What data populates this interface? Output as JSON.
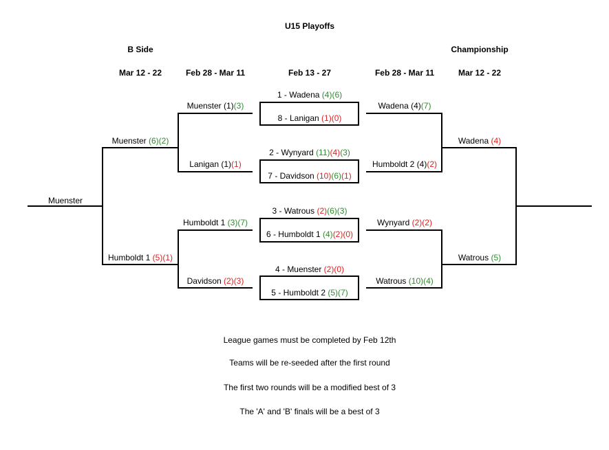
{
  "title": "U15 Playoffs",
  "left_side_label": "B Side",
  "right_side_label": "Championship",
  "round_dates": [
    "Mar 12 - 22",
    "Feb 28 - Mar 11",
    "Feb 13 - 27",
    "Feb 28 - Mar 11",
    "Mar 12 - 22"
  ],
  "colors": {
    "win": "#2e8b2e",
    "loss": "#e02020",
    "text": "#000000"
  },
  "round1": [
    {
      "top": {
        "team": "1 - Wadena",
        "scores": [
          {
            "v": "(4)",
            "c": "win"
          },
          {
            "v": "(6)",
            "c": "win"
          }
        ]
      },
      "bottom": {
        "team": "8 - Lanigan",
        "scores": [
          {
            "v": "(1)",
            "c": "loss"
          },
          {
            "v": "(0)",
            "c": "loss"
          }
        ]
      }
    },
    {
      "top": {
        "team": "2 - Wynyard",
        "scores": [
          {
            "v": "(11)",
            "c": "win"
          },
          {
            "v": "(4)",
            "c": "loss"
          },
          {
            "v": "(3)",
            "c": "win"
          }
        ]
      },
      "bottom": {
        "team": "7 - Davidson",
        "scores": [
          {
            "v": "(10)",
            "c": "loss"
          },
          {
            "v": "(6)",
            "c": "win"
          },
          {
            "v": "(1)",
            "c": "loss"
          }
        ]
      }
    },
    {
      "top": {
        "team": "3 - Watrous",
        "scores": [
          {
            "v": "(2)",
            "c": "loss"
          },
          {
            "v": "(6)",
            "c": "win"
          },
          {
            "v": "(3)",
            "c": "win"
          }
        ]
      },
      "bottom": {
        "team": "6 - Humboldt 1",
        "scores": [
          {
            "v": "(4)",
            "c": "win"
          },
          {
            "v": "(2)",
            "c": "loss"
          },
          {
            "v": "(0)",
            "c": "loss"
          }
        ]
      }
    },
    {
      "top": {
        "team": "4 - Muenster",
        "scores": [
          {
            "v": "(2)",
            "c": "loss"
          },
          {
            "v": "(0)",
            "c": "loss"
          }
        ]
      },
      "bottom": {
        "team": "5 - Humboldt 2",
        "scores": [
          {
            "v": "(5)",
            "c": "win"
          },
          {
            "v": "(7)",
            "c": "win"
          }
        ]
      }
    }
  ],
  "b_side_semis": [
    {
      "team": "Muenster",
      "scores": [
        {
          "v": "(1)",
          "c": "text"
        },
        {
          "v": "(3)",
          "c": "win"
        }
      ]
    },
    {
      "team": "Lanigan",
      "scores": [
        {
          "v": "(1)",
          "c": "text"
        },
        {
          "v": "(1)",
          "c": "loss"
        }
      ]
    },
    {
      "team": "Humboldt 1",
      "scores": [
        {
          "v": "(3)",
          "c": "win"
        },
        {
          "v": "(7)",
          "c": "win"
        }
      ]
    },
    {
      "team": "Davidson",
      "scores": [
        {
          "v": "(2)",
          "c": "loss"
        },
        {
          "v": "(3)",
          "c": "loss"
        }
      ]
    }
  ],
  "b_side_final": [
    {
      "team": "Muenster",
      "scores": [
        {
          "v": "(6)",
          "c": "win"
        },
        {
          "v": "(2)",
          "c": "win"
        }
      ]
    },
    {
      "team": "Humboldt 1",
      "scores": [
        {
          "v": "(5)",
          "c": "loss"
        },
        {
          "v": "(1)",
          "c": "loss"
        }
      ]
    }
  ],
  "b_side_champion": "Muenster",
  "champ_semis": [
    {
      "team": "Wadena",
      "scores": [
        {
          "v": "(4)",
          "c": "text"
        },
        {
          "v": "(7)",
          "c": "win"
        }
      ]
    },
    {
      "team": "Humboldt 2",
      "scores": [
        {
          "v": "(4)",
          "c": "text"
        },
        {
          "v": "(2)",
          "c": "loss"
        }
      ]
    },
    {
      "team": "Wynyard",
      "scores": [
        {
          "v": "(2)",
          "c": "loss"
        },
        {
          "v": "(2)",
          "c": "loss"
        }
      ]
    },
    {
      "team": "Watrous",
      "scores": [
        {
          "v": "(10)",
          "c": "win"
        },
        {
          "v": "(4)",
          "c": "win"
        }
      ]
    }
  ],
  "champ_final": [
    {
      "team": "Wadena",
      "scores": [
        {
          "v": "(4)",
          "c": "loss"
        }
      ]
    },
    {
      "team": "Watrous",
      "scores": [
        {
          "v": "(5)",
          "c": "win"
        }
      ]
    }
  ],
  "notes": [
    "League games must be completed by Feb 12th",
    "Teams will be re-seeded after the first round",
    "The first two rounds will be a modified best of 3",
    "The 'A' and 'B' finals will be a best of 3"
  ]
}
